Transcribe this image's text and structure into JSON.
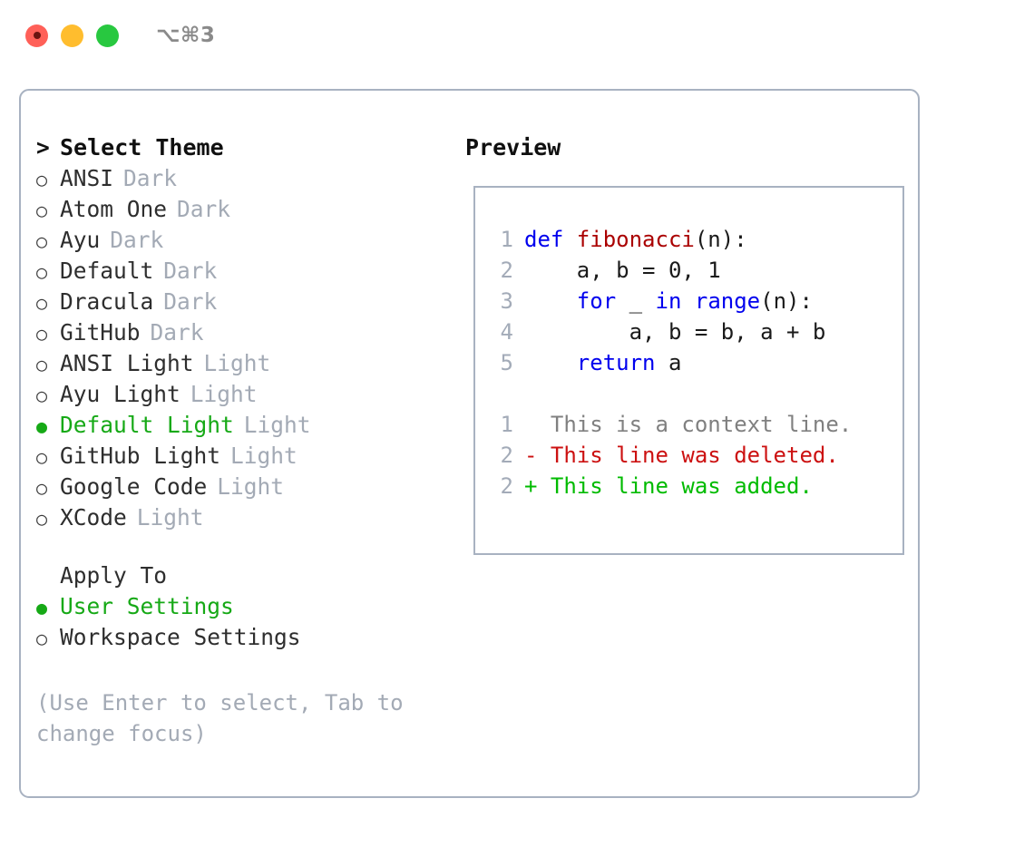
{
  "titlebar": {
    "shortcut": "⌥⌘3",
    "buttons": [
      {
        "name": "close",
        "color": "#ff6058"
      },
      {
        "name": "minimize",
        "color": "#ffbd2e"
      },
      {
        "name": "zoom",
        "color": "#28c840"
      }
    ]
  },
  "theme_panel": {
    "header": "Select Theme",
    "prompt_marker": ">",
    "marker_unselected": "○",
    "marker_selected": "●",
    "items": [
      {
        "label": "ANSI",
        "tag": "Dark",
        "selected": false
      },
      {
        "label": "Atom One",
        "tag": "Dark",
        "selected": false
      },
      {
        "label": "Ayu",
        "tag": "Dark",
        "selected": false
      },
      {
        "label": "Default",
        "tag": "Dark",
        "selected": false
      },
      {
        "label": "Dracula",
        "tag": "Dark",
        "selected": false
      },
      {
        "label": "GitHub",
        "tag": "Dark",
        "selected": false
      },
      {
        "label": "ANSI Light",
        "tag": "Light",
        "selected": false
      },
      {
        "label": "Ayu Light",
        "tag": "Light",
        "selected": false
      },
      {
        "label": "Default Light",
        "tag": "Light",
        "selected": true
      },
      {
        "label": "GitHub Light",
        "tag": "Light",
        "selected": false
      },
      {
        "label": "Google Code",
        "tag": "Light",
        "selected": false
      },
      {
        "label": "XCode",
        "tag": "Light",
        "selected": false
      }
    ]
  },
  "apply_to": {
    "header": "Apply To",
    "items": [
      {
        "label": "User Settings",
        "selected": true
      },
      {
        "label": "Workspace Settings",
        "selected": false
      }
    ]
  },
  "hint": "(Use Enter to select, Tab to change focus)",
  "preview": {
    "title": "Preview",
    "code_lines": [
      {
        "no": "1",
        "tokens": [
          {
            "t": "def ",
            "c": "kw"
          },
          {
            "t": "fibonacci",
            "c": "fn"
          },
          {
            "t": "(n):",
            "c": "plain"
          }
        ]
      },
      {
        "no": "2",
        "tokens": [
          {
            "t": "    a, b = 0, 1",
            "c": "plain"
          }
        ]
      },
      {
        "no": "3",
        "tokens": [
          {
            "t": "    ",
            "c": "plain"
          },
          {
            "t": "for",
            "c": "kw"
          },
          {
            "t": " _ ",
            "c": "plain"
          },
          {
            "t": "in",
            "c": "kw"
          },
          {
            "t": " ",
            "c": "plain"
          },
          {
            "t": "range",
            "c": "kw"
          },
          {
            "t": "(n):",
            "c": "plain"
          }
        ]
      },
      {
        "no": "4",
        "tokens": [
          {
            "t": "        a, b = b, a + b",
            "c": "plain"
          }
        ]
      },
      {
        "no": "5",
        "tokens": [
          {
            "t": "    ",
            "c": "plain"
          },
          {
            "t": "return",
            "c": "kw"
          },
          {
            "t": " a",
            "c": "plain"
          }
        ]
      }
    ],
    "diff_lines": [
      {
        "no": "1",
        "sign": " ",
        "text": " This is a context line.",
        "c": "ctx"
      },
      {
        "no": "2",
        "sign": "-",
        "text": " This line was deleted.",
        "c": "del"
      },
      {
        "no": "2",
        "sign": "+",
        "text": " This line was added.",
        "c": "add"
      }
    ]
  },
  "colors": {
    "accent_green": "#16a916",
    "border": "#a8b2c1",
    "muted": "#a3aab5",
    "keyword": "#0000ee",
    "function": "#aa0000",
    "diff_deleted": "#cc1111",
    "diff_added": "#00bb00",
    "diff_context": "#808080"
  }
}
